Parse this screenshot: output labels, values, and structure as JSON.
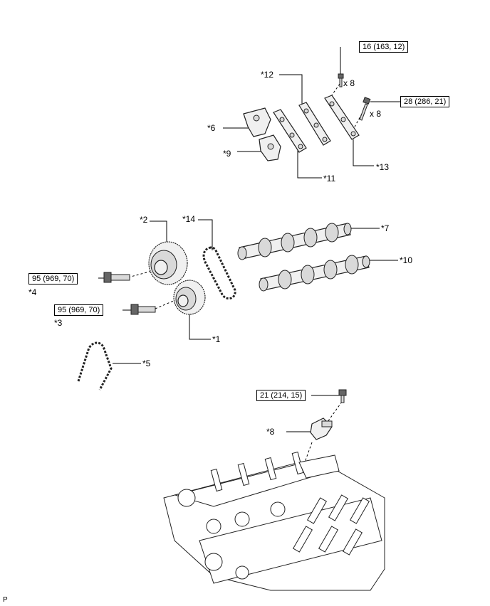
{
  "callouts": {
    "c1": "*1",
    "c2": "*2",
    "c3": "*3",
    "c4": "*4",
    "c5": "*5",
    "c6": "*6",
    "c7": "*7",
    "c8": "*8",
    "c9": "*9",
    "c10": "*10",
    "c11": "*11",
    "c12": "*12",
    "c13": "*13",
    "c14": "*14"
  },
  "torque_specs": {
    "bolt_cap_small": "16 (163, 12)",
    "bolt_cap_large": "28 (286, 21)",
    "bolt_gear_upper": "95 (969, 70)",
    "bolt_gear_lower": "95 (969, 70)",
    "bolt_sensor": "21 (214, 15)"
  },
  "quantities": {
    "small_bolts": "x 8",
    "large_bolts": "x 8"
  },
  "figure_code": "P"
}
